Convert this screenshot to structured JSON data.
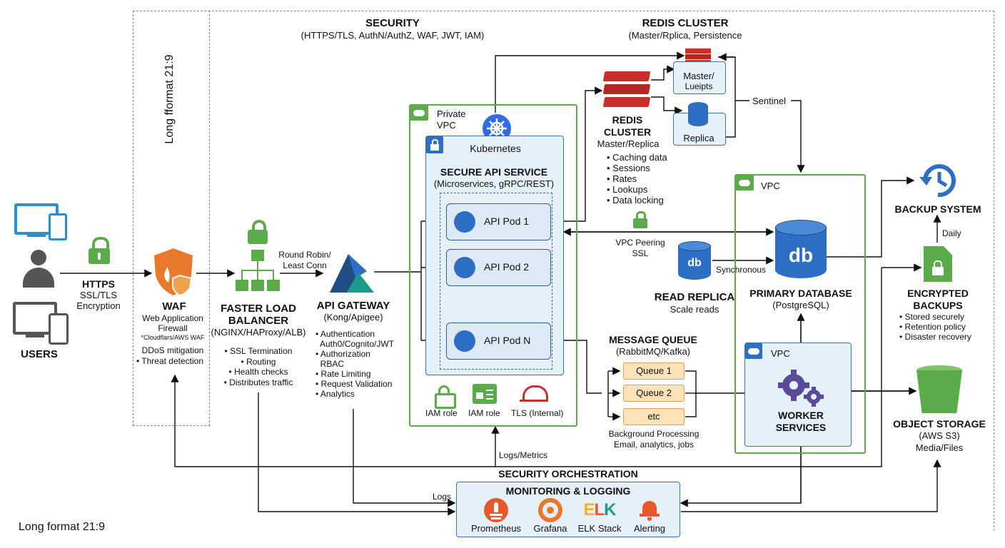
{
  "security": {
    "title": "SECURITY",
    "subtitle": "(HTTPS/TLS, AuthN/AuthZ, WAF, JWT, IAM)"
  },
  "redis_top": {
    "title": "REDIS CLUSTER",
    "subtitle": "(Master/Rplica, Persistence"
  },
  "long_format_vertical": "Long fformat 21:9",
  "long_format_footer": "Long format 21:9",
  "users": {
    "label": "USERS"
  },
  "https": {
    "title": "HTTPS",
    "line1": "SSL/TLS",
    "line2": "Encryption"
  },
  "waf": {
    "title": "WAF",
    "lines": [
      "Web Application",
      "Firewall",
      "*Cloudflars/AWS WAF",
      "DDoS mitigation",
      "• Threat detection"
    ]
  },
  "lb": {
    "title1": "FASTER LOAD",
    "title2": "BALANCER",
    "subtitle": "(NGINX/HAProxy/ALB)",
    "items": [
      "• SSL Termination",
      "• Routing",
      "• Health checks",
      "• Distributes traffic"
    ]
  },
  "round_robin": {
    "line1": "Round Robin/",
    "line2": "Least Conn"
  },
  "gateway": {
    "title": "API GATEWAY",
    "subtitle": "(Kong/Apigee)",
    "items": [
      "• Authentication",
      "  Auth0/Cognito/JWT",
      "• Authorization",
      "  RBAC",
      "• Rate Limiting",
      "• Request Validation",
      "• Analytics"
    ]
  },
  "private_vpc": {
    "line1": "Private",
    "line2": "VPC"
  },
  "kubernetes": "Kubernetes",
  "api_service": {
    "title": "SECURE API SERVICE",
    "subtitle": "(Microservices, gRPC/REST)"
  },
  "pods": [
    "API Pod 1",
    "API Pod 2",
    "API Pod N"
  ],
  "vpc_badges": [
    "IAM role",
    "IAM role",
    "TLS (Internal)"
  ],
  "redis": {
    "title1": "REDIS",
    "title2": "CLUSTER",
    "subtitle": "Master/Replica",
    "items": [
      "• Caching data",
      "• Sessions",
      "• Rates",
      "• Lookups",
      "• Data locking"
    ]
  },
  "redis_master": {
    "line1": "Master/",
    "line2": "Lueipts"
  },
  "redis_replica": "Replica",
  "sentinel": "Sentinel",
  "vpc_peering": {
    "line1": "VPC Peering",
    "line2": "SSL"
  },
  "read_replica": {
    "title": "READ REPLICA",
    "subtitle": "Scale reads",
    "icon": "db"
  },
  "synchronous": "Synchronous",
  "vpc_label": "VPC",
  "vpc_inner_label": "VPC",
  "primary_db": {
    "title": "PRIMARY DATABASE",
    "subtitle": "(PostgreSQL)",
    "icon": "db"
  },
  "workers": {
    "title1": "WORKER",
    "title2": "SERVICES"
  },
  "mq": {
    "title": "MESSAGE QUEUE",
    "subtitle": "(RabbitMQ/Kafka)",
    "queues": [
      "Queue 1",
      "Queue 2",
      "etc"
    ],
    "footer1": "Background Processing",
    "footer2": "Email, analytics, jobs"
  },
  "backup": {
    "title": "BACKUP SYSTEM",
    "daily": "Daily"
  },
  "encrypted": {
    "title1": "ENCRYPTED",
    "title2": "BACKUPS",
    "items": [
      "• Stored securely",
      "• Retention policy",
      "• Disaster recovery"
    ]
  },
  "object_storage": {
    "title": "OBJECT STORAGE",
    "subtitle": "(AWS S3)",
    "line3": "Media/Files"
  },
  "logs_metrics": "Logs/Metrics",
  "logs": "Logs",
  "orchestration": "SECURITY ORCHESTRATION",
  "monitoring": {
    "title": "MONITORING & LOGGING",
    "tools": [
      "Prometheus",
      "Grafana",
      "ELK Stack",
      "Alerting"
    ],
    "elk_logo": "ELK"
  },
  "colors": {
    "green": "#5cab4a",
    "blue": "#2d6fc4",
    "dark_blue": "#1f4e85",
    "orange": "#e8782a",
    "redis_red": "#c9302c",
    "teal": "#1a9a8a"
  }
}
